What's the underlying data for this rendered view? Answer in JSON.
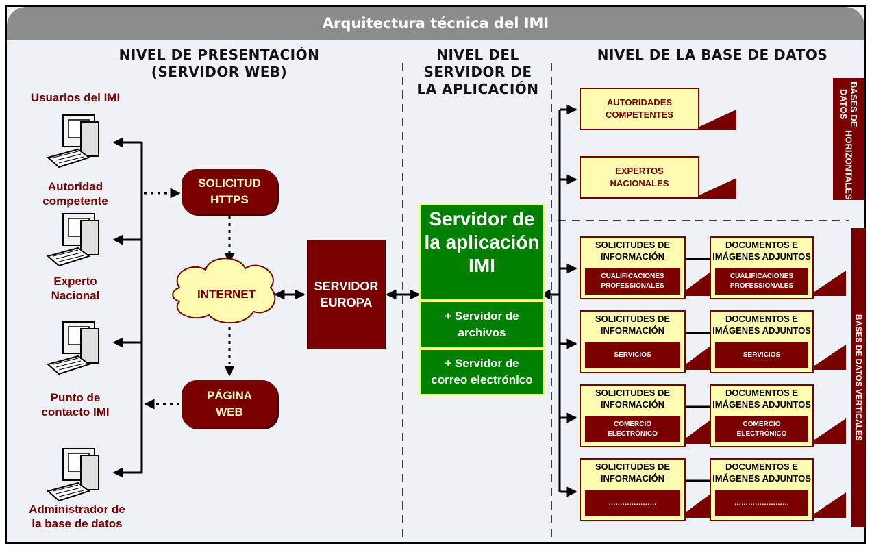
{
  "title": "Arquitectura técnica del IMI",
  "columns": {
    "presentation": [
      "NIVEL DE PRESENTACIÓN",
      "(SERVIDOR WEB)"
    ],
    "appserver": [
      "NIVEL DEL",
      "SERVIDOR DE",
      "LA APLICACIÓN"
    ],
    "database": "NIVEL DE LA BASE DE DATOS"
  },
  "users_heading": "Usuarios del IMI",
  "users": [
    [
      "Autoridad",
      "competente"
    ],
    [
      "Experto",
      "Nacional"
    ],
    [
      "Punto de",
      "contacto IMI"
    ],
    [
      "Administrador de",
      "la base de datos"
    ]
  ],
  "solicitud": [
    "SOLICITUD",
    "HTTPS"
  ],
  "internet": "INTERNET",
  "pagina": [
    "PÁGINA",
    "WEB"
  ],
  "servidor_europa": [
    "SERVIDOR",
    "EUROPA"
  ],
  "app_server": {
    "main": [
      "Servidor de",
      "la aplicación",
      "IMI"
    ],
    "files": [
      "+ Servidor de",
      "archivos"
    ],
    "mail": [
      "+ Servidor de",
      "correo electrónico"
    ]
  },
  "horizontal_dbs": [
    [
      "AUTORIDADES",
      "COMPETENTES"
    ],
    [
      "EXPERTOS",
      "NACIONALES"
    ]
  ],
  "horizontal_tab": [
    "BASES DE DATOS",
    "HORIZONTALES"
  ],
  "vertical_tab": "BASES DE DATOS VERTICALES",
  "vertical_rows": [
    {
      "left_title": [
        "SOLICITUDES DE",
        "INFORMACIÓN"
      ],
      "left_sub": [
        "CUALIFICACIONES",
        "PROFESSIONALES"
      ],
      "right_title": [
        "DOCUMENTOS E",
        "IMÁGENES ADJUNTOS"
      ],
      "right_sub": [
        "CUALIFICACIONES",
        "PROFESSIONALES"
      ]
    },
    {
      "left_title": [
        "SOLICITUDES DE",
        "INFORMACIÓN"
      ],
      "left_sub": [
        "SERVICIOS",
        ""
      ],
      "right_title": [
        "DOCUMENTOS E",
        "IMÁGENES ADJUNTOS"
      ],
      "right_sub": [
        "SERVICIOS",
        ""
      ]
    },
    {
      "left_title": [
        "SOLICITUDES DE",
        "INFORMACIÓN"
      ],
      "left_sub": [
        "COMERCIO",
        "ELECTRÓNICO"
      ],
      "right_title": [
        "DOCUMENTOS E",
        "IMÁGENES ADJUNTOS"
      ],
      "right_sub": [
        "COMERCIO",
        "ELECTRÓNICO"
      ]
    },
    {
      "left_title": [
        "SOLICITUDES DE",
        "INFORMACIÓN"
      ],
      "left_sub": [
        "…………………",
        ""
      ],
      "right_title": [
        "DOCUMENTOS E",
        "IMÁGENES ADJUNTOS"
      ],
      "right_sub": [
        "……………………",
        ""
      ]
    }
  ],
  "colors": {
    "maroon": "#7a0000",
    "pale_yellow": "#fffbb0",
    "green": "#008000",
    "title_gray": "#8c8c8c"
  }
}
